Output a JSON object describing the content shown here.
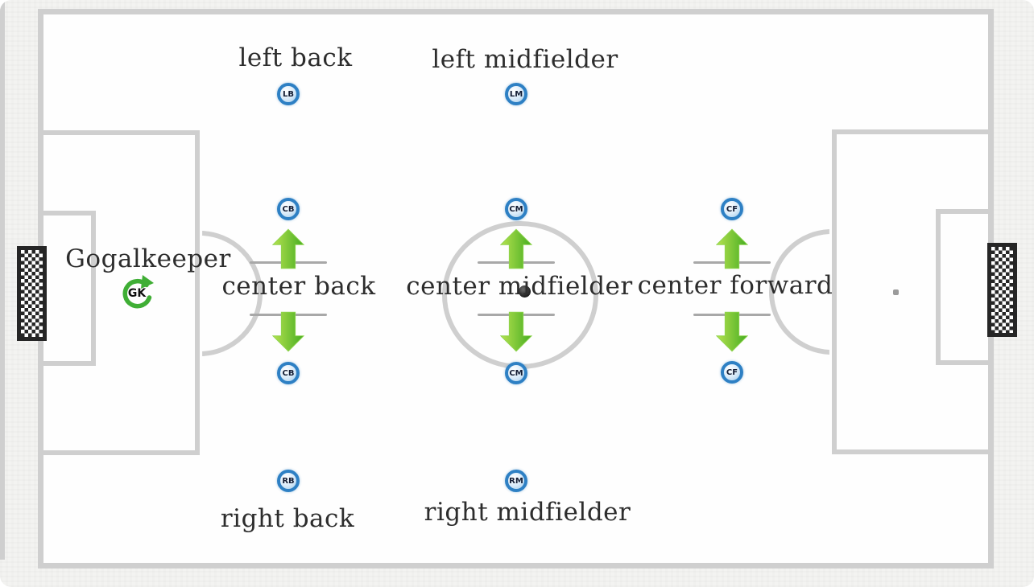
{
  "diagram": {
    "type": "soccer-formation-diagram",
    "description": "Soccer pitch with labeled player positions, movement arrows, goals and center ball"
  },
  "colors": {
    "outside_bg": "#f3f3f1",
    "field_bg": "#fefefe",
    "line": "#cfcfcf",
    "label_text": "#2d2d2d",
    "badge_ring": "#2e80c4",
    "badge_fill": "#d8eaf9",
    "badge_text": "#131c33",
    "arrow_light": "#b5e14f",
    "arrow_dark": "#46ad22",
    "gk_green": "#3fae35",
    "goal_frame": "#262626",
    "underline": "#a8a8a8",
    "ball": "#1d1d1d",
    "penalty_spot": "#9b9b9b"
  },
  "positions": {
    "goalkeeper": {
      "label": "Gogalkeeper",
      "badge": "GK"
    },
    "left_back": {
      "label": "left back",
      "badge": "LB"
    },
    "center_back": {
      "label": "center back",
      "badge_top": "CB",
      "badge_bottom": "CB"
    },
    "right_back": {
      "label": "right back",
      "badge": "RB"
    },
    "left_midfielder": {
      "label": "left midfielder",
      "badge": "LM"
    },
    "center_midfielder": {
      "label": "center midfielder",
      "badge_top": "CM",
      "badge_bottom": "CM"
    },
    "right_midfielder": {
      "label": "right midfielder",
      "badge": "RM"
    },
    "center_forward": {
      "label": "center forward",
      "badge_top": "CF",
      "badge_bottom": "CF"
    }
  }
}
